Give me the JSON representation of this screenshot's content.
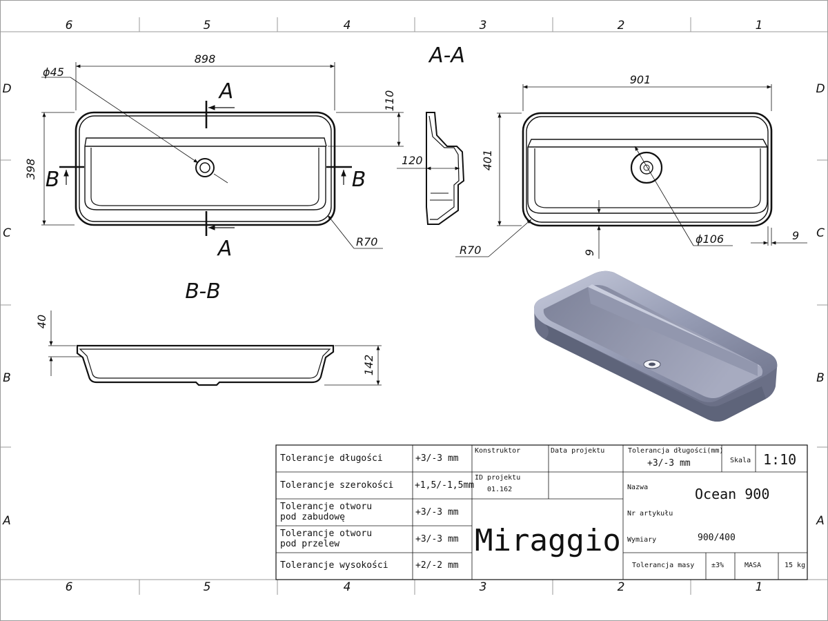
{
  "frame": {
    "columns_top": [
      "6",
      "5",
      "4",
      "3",
      "2",
      "1"
    ],
    "columns_bottom": [
      "6",
      "5",
      "4",
      "3",
      "2",
      "1"
    ],
    "rows_left": [
      "D",
      "C",
      "B",
      "A"
    ],
    "rows_right": [
      "D",
      "C",
      "B",
      "A"
    ]
  },
  "views": {
    "section_aa_title": "A-A",
    "section_bb_title": "B-B",
    "top_view": {
      "width_dim": "898",
      "height_dim": "398",
      "drain_dim": "ϕ45",
      "ledge_dim": "110",
      "radius_dim": "R70",
      "cut_a_top": "A",
      "cut_a_bottom": "A",
      "cut_b_left": "B",
      "cut_b_right": "B"
    },
    "profile_view": {
      "depth_dim": "120"
    },
    "section_aa": {
      "width_dim": "901",
      "height_dim": "401",
      "drain_dim": "ϕ106",
      "radius_dim": "R70",
      "rim_dim_right": "9",
      "rim_dim_bottom": "9"
    },
    "section_bb": {
      "rim_dim": "40",
      "height_dim": "142"
    }
  },
  "title_block": {
    "tolerances": [
      {
        "label_lines": [
          "Tolerancje długości"
        ],
        "value": "+3/-3 mm"
      },
      {
        "label_lines": [
          "Tolerancje szerokości"
        ],
        "value": "+1,5/-1,5mm"
      },
      {
        "label_lines": [
          "Tolerancje otworu",
          "pod zabudowę"
        ],
        "value": "+3/-3 mm"
      },
      {
        "label_lines": [
          "Tolerancje otworu",
          "pod przelew"
        ],
        "value": "+3/-3 mm"
      },
      {
        "label_lines": [
          "Tolerancje wysokości"
        ],
        "value": "+2/-2 mm"
      }
    ],
    "konstruktor_label": "Konstruktor",
    "data_projektu_label": "Data projektu",
    "id_projektu_label": "ID projektu",
    "id_projektu_value": "01.162",
    "logo": "Miraggio",
    "tol_dlugosci_label": "Tolerancja długości(mm)",
    "tol_dlugosci_value": "+3/-3 mm",
    "skala_label": "Skala",
    "skala_value": "1:10",
    "nazwa_label": "Nazwa",
    "nazwa_value": "Ocean 900",
    "nr_artykulu_label": "Nr artykułu",
    "wymiary_label": "Wymiary",
    "wymiary_value": "900/400",
    "tol_masy_label": "Tolerancja masy",
    "tol_masy_value": "±3%",
    "masa_label": "MASA",
    "masa_value": "15 kg"
  },
  "colors": {
    "line": "#111111",
    "frame": "#999999",
    "render_body": "#8a90a8",
    "render_light": "#b9bdd0",
    "render_dark": "#5d6279"
  }
}
